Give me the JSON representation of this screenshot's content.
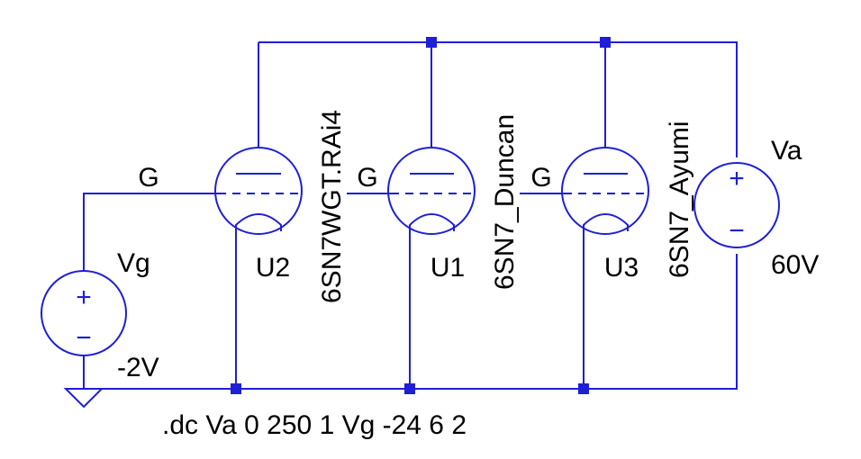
{
  "net_labels": {
    "grid_u2": "G",
    "grid_u1": "G",
    "grid_u3": "G"
  },
  "tubes": [
    {
      "ref": "U2",
      "model": "6SN7WGT.RAi4"
    },
    {
      "ref": "U1",
      "model": "6SN7_Duncan"
    },
    {
      "ref": "U3",
      "model": "6SN7_Ayumi"
    }
  ],
  "sources": {
    "vg": {
      "name": "Vg",
      "value": "-2V",
      "plus": "+",
      "minus": "−"
    },
    "va": {
      "name": "Va",
      "value": "60V",
      "plus": "+",
      "minus": "−"
    }
  },
  "directive": ".dc Va 0 250 1 Vg -24 6 2",
  "colors": {
    "wire": "#1f1fd6",
    "text": "#000000",
    "background": "#ffffff"
  }
}
